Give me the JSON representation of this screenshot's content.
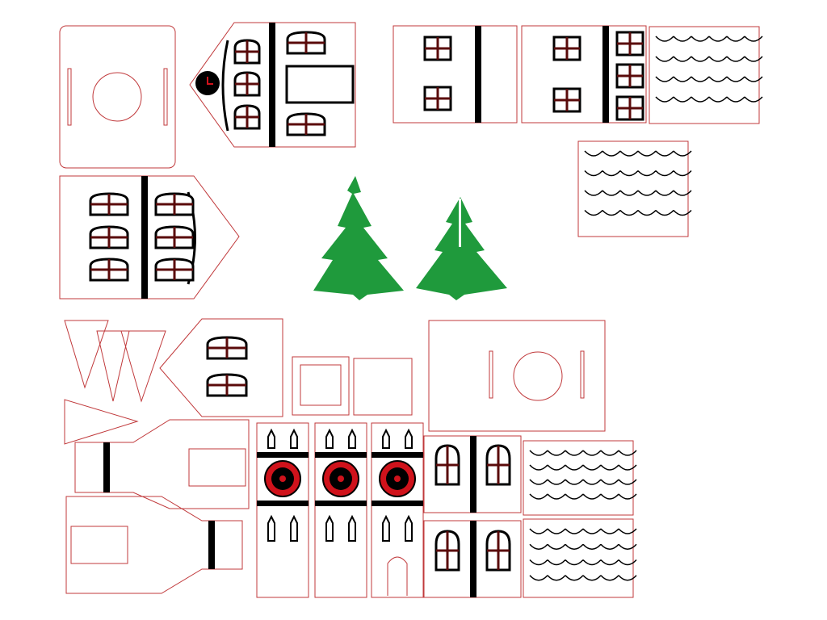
{
  "colors": {
    "cut_line": "#c0393b",
    "engrave": "#000000",
    "window_frame": "#5a0a0a",
    "tree": "#1f9a3c",
    "rosette": "#d0121b"
  },
  "parts": [
    "house-walls",
    "gable-walls",
    "roof-panels",
    "christmas-trees",
    "tower-walls",
    "clock-faces",
    "bases"
  ]
}
